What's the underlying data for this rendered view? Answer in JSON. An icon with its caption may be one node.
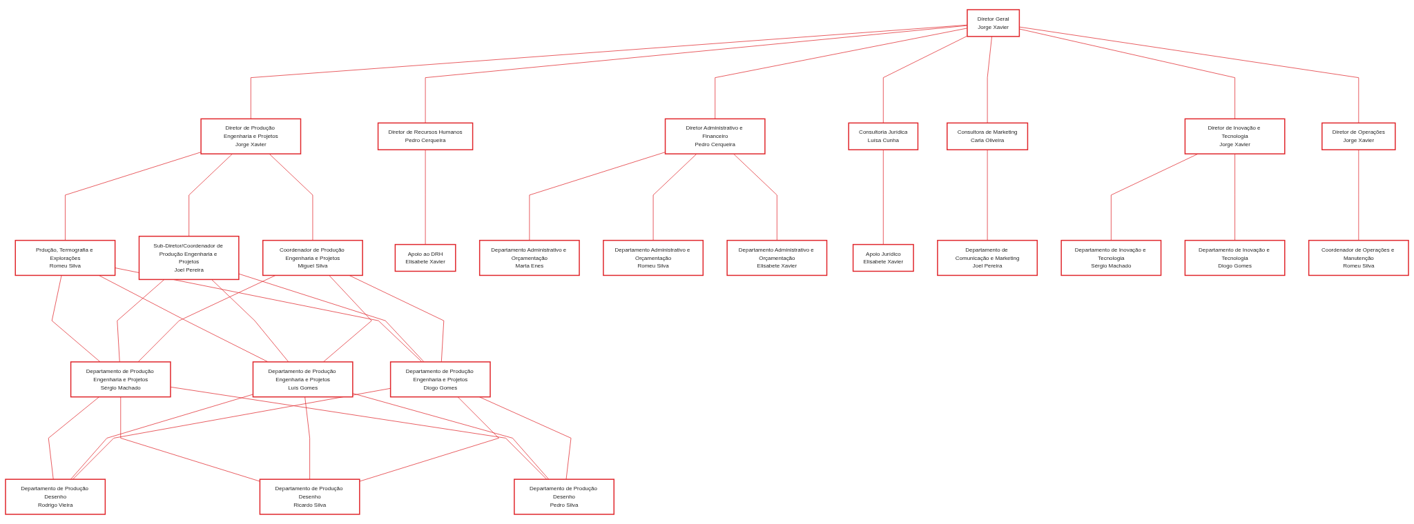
{
  "diagram": {
    "nodes": [
      {
        "text": [
          "Diretor Geral",
          "Jorge Xavier"
        ]
      },
      {
        "text": [
          "Diretor de Produção Engenharia e Projetos",
          "Jorge Xavier"
        ]
      },
      {
        "text": [
          "Diretor de Recursos Humanos",
          "Pedro Cerqueira"
        ]
      },
      {
        "text": [
          "Diretor Administrativo e Financeiro",
          "Pedro Cerqueira"
        ]
      },
      {
        "text": [
          "Consultoria Jurídica",
          "Luísa Cunha"
        ]
      },
      {
        "text": [
          "Consultora de Marketing",
          "Carla Oliveira"
        ]
      },
      {
        "text": [
          "Diretor de Inovação e Tecnologia",
          "Jorge Xavier"
        ]
      },
      {
        "text": [
          "Diretor de Operações",
          "Jorge Xavier"
        ]
      },
      {
        "text": [
          "Prdução, Termografia e Explorações",
          "Romeu Silva"
        ]
      },
      {
        "text": [
          "Sub-Diretor/Coordenador de Produção Engenharia e Projetos",
          "Joel Pereira"
        ]
      },
      {
        "text": [
          "Coordenador de Produção Engenharia e Projetos",
          "Miguel Silva"
        ]
      },
      {
        "text": [
          "Apoio ao DRH",
          "Elisabete Xavier"
        ]
      },
      {
        "text": [
          "Departamento Administrativo e Orçamentação",
          "Marta Enes"
        ]
      },
      {
        "text": [
          "Departamento Administrativo e Orçamentação",
          "Romeu Silva"
        ]
      },
      {
        "text": [
          "Departamento Administrativo e Orçamentação",
          "Elisabete Xavier"
        ]
      },
      {
        "text": [
          "Apoio Jurídico",
          "Elisabete Xavier"
        ]
      },
      {
        "text": [
          "Departamento de Comunicação e Marketing",
          "Joel Pereira"
        ]
      },
      {
        "text": [
          "Departamento de Inovação e Tecnologia",
          "Sérgio Machado"
        ]
      },
      {
        "text": [
          "Departamento de Inovação e Tecnologia",
          "Diogo Gomes"
        ]
      },
      {
        "text": [
          "Coordenador de Operações e Manutenção",
          "Romeu Silva"
        ]
      },
      {
        "text": [
          "Departamento de Produção Engenharia e Projetos",
          "Sérgio Machado"
        ]
      },
      {
        "text": [
          "Departamento de Produção Engenharia e Projetos",
          "Luís Gomes"
        ]
      },
      {
        "text": [
          "Departamento de Produção Engenharia e Projetos",
          "Diogo Gomes"
        ]
      },
      {
        "text": [
          "Departamento de Produção Desenho",
          "Rodrigo Vieira"
        ]
      },
      {
        "text": [
          "Departamento de Produção Desenho",
          "Ricardo Silva"
        ]
      },
      {
        "text": [
          "Departamento de Produção Desenho",
          "Pedro Silva"
        ]
      }
    ],
    "edges": [
      {
        "from": 0,
        "to": 1,
        "arrow": "none"
      },
      {
        "from": 0,
        "to": 2,
        "arrow": "none"
      },
      {
        "from": 0,
        "to": 3,
        "arrow": "none"
      },
      {
        "from": 0,
        "to": 4,
        "arrow": "none"
      },
      {
        "from": 0,
        "to": 5,
        "arrow": "none"
      },
      {
        "from": 0,
        "to": 6,
        "arrow": "none"
      },
      {
        "from": 0,
        "to": 7,
        "arrow": "none"
      },
      {
        "from": 1,
        "to": 8,
        "arrow": "none"
      },
      {
        "from": 1,
        "to": 9,
        "arrow": "none"
      },
      {
        "from": 1,
        "to": 10,
        "arrow": "none"
      },
      {
        "from": 2,
        "to": 11,
        "arrow": "none"
      },
      {
        "from": 3,
        "to": 12,
        "arrow": "none"
      },
      {
        "from": 3,
        "to": 13,
        "arrow": "none"
      },
      {
        "from": 3,
        "to": 14,
        "arrow": "none"
      },
      {
        "from": 4,
        "to": 15,
        "arrow": "none"
      },
      {
        "from": 5,
        "to": 16,
        "arrow": "none"
      },
      {
        "from": 6,
        "to": 17,
        "arrow": "none"
      },
      {
        "from": 6,
        "to": 18,
        "arrow": "none"
      },
      {
        "from": 7,
        "to": 19,
        "arrow": "none"
      },
      {
        "from": 8,
        "to": 20,
        "arrow": "none"
      },
      {
        "from": 8,
        "to": 21,
        "arrow": "none"
      },
      {
        "from": 8,
        "to": 22,
        "arrow": "none"
      },
      {
        "from": 9,
        "to": 20,
        "arrow": "none"
      },
      {
        "from": 9,
        "to": 21,
        "arrow": "none"
      },
      {
        "from": 9,
        "to": 22,
        "arrow": "none"
      },
      {
        "from": 10,
        "to": 20,
        "arrow": "none"
      },
      {
        "from": 10,
        "to": 21,
        "arrow": "none"
      },
      {
        "from": 10,
        "to": 22,
        "arrow": "none"
      },
      {
        "from": 20,
        "to": 23,
        "arrow": "none"
      },
      {
        "from": 20,
        "to": 24,
        "arrow": "none"
      },
      {
        "from": 20,
        "to": 25,
        "arrow": "none"
      },
      {
        "from": 21,
        "to": 23,
        "arrow": "none"
      },
      {
        "from": 21,
        "to": 24,
        "arrow": "none"
      },
      {
        "from": 21,
        "to": 25,
        "arrow": "none"
      },
      {
        "from": 22,
        "to": 23,
        "arrow": "none"
      },
      {
        "from": 22,
        "to": 24,
        "arrow": "none"
      },
      {
        "from": 22,
        "to": 25,
        "arrow": "none"
      }
    ]
  }
}
